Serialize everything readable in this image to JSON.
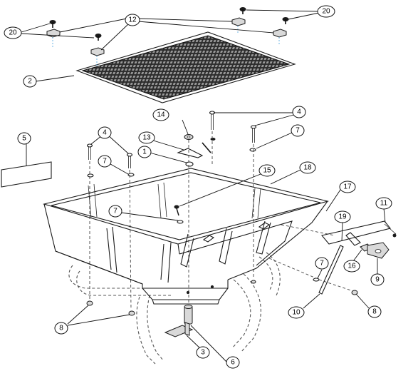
{
  "callouts": [
    {
      "id": "c20a",
      "label": "20"
    },
    {
      "id": "c12",
      "label": "12"
    },
    {
      "id": "c20b",
      "label": "20"
    },
    {
      "id": "c2",
      "label": "2"
    },
    {
      "id": "c14",
      "label": "14"
    },
    {
      "id": "c4a",
      "label": "4"
    },
    {
      "id": "c5",
      "label": "5"
    },
    {
      "id": "c4b",
      "label": "4"
    },
    {
      "id": "c13",
      "label": "13"
    },
    {
      "id": "c7a",
      "label": "7"
    },
    {
      "id": "c7b",
      "label": "7"
    },
    {
      "id": "c1",
      "label": "1"
    },
    {
      "id": "c15",
      "label": "15"
    },
    {
      "id": "c18",
      "label": "18"
    },
    {
      "id": "c17",
      "label": "17"
    },
    {
      "id": "c11",
      "label": "11"
    },
    {
      "id": "c7c",
      "label": "7"
    },
    {
      "id": "c19",
      "label": "19"
    },
    {
      "id": "c16",
      "label": "16"
    },
    {
      "id": "c9",
      "label": "9"
    },
    {
      "id": "c7d",
      "label": "7"
    },
    {
      "id": "c10",
      "label": "10"
    },
    {
      "id": "c8a",
      "label": "8"
    },
    {
      "id": "c8b",
      "label": "8"
    },
    {
      "id": "c3",
      "label": "3"
    },
    {
      "id": "c6",
      "label": "6"
    }
  ]
}
